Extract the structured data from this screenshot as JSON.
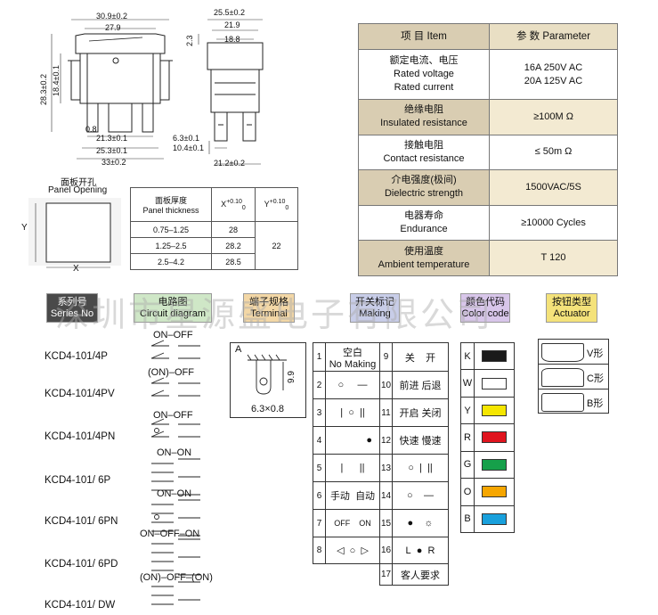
{
  "drawing": {
    "front_dims": {
      "w_total": "30.9±0.2",
      "w_top": "27.9",
      "h_total": "28.3±0.2",
      "h_body": "18.4±0.1",
      "d_a": "0.8",
      "d_b": "21.3±0.1",
      "d_c": "25.3±0.1",
      "d_d": "33±0.2"
    },
    "side_dims": {
      "w_total": "25.5±0.2",
      "w_a": "21.9",
      "w_b": "18.8",
      "h_a": "2.3",
      "pin_a": "6.3±0.1",
      "pin_b": "10.4±0.1",
      "w_bottom": "21.2±0.2"
    }
  },
  "panel_opening": {
    "title_cn": "面板开孔",
    "title_en": "Panel Opening",
    "x_label": "X",
    "y_label": "Y"
  },
  "thickness_table": {
    "head_cn": "面板厚度",
    "head_en": "Panel thickness",
    "x_head": "X",
    "x_tol": "+0.10",
    "x_tol2": "0",
    "y_head": "Y",
    "y_tol": "+0.10",
    "y_tol2": "0",
    "rows": [
      {
        "range": "0.75–1.25",
        "x": "28"
      },
      {
        "range": "1.25–2.5",
        "x": "28.2"
      },
      {
        "range": "2.5–4.2",
        "x": "28.5"
      }
    ],
    "y_value": "22"
  },
  "parameters": {
    "head_item": "项 目  Item",
    "head_param": "参 数  Parameter",
    "rows": [
      {
        "cn": "额定电流、电压",
        "en1": "Rated voltage",
        "en2": "Rated current",
        "v1": "16A  250V AC",
        "v2": "20A 125V AC"
      },
      {
        "cn": "绝缘电阻",
        "en1": "Insulated resistance",
        "v1": "≥100M Ω"
      },
      {
        "cn": "接触电阻",
        "en1": "Contact resistance",
        "v1": "≤ 50m Ω"
      },
      {
        "cn": "介电强度(极间)",
        "en1": "Dielectric strength",
        "v1": "1500VAC/5S"
      },
      {
        "cn": "电器寿命",
        "en1": "Endurance",
        "v1": "≥10000 Cycles"
      },
      {
        "cn": "使用温度",
        "en1": "Ambient temperature",
        "v1": "T 120"
      }
    ]
  },
  "watermark": "深圳市星源盛电子有限公司",
  "tags": {
    "series": {
      "cn": "系列号",
      "en": "Series No",
      "color": "#4a4a4a"
    },
    "circuit": {
      "cn": "电路图",
      "en": "Circuit diagram",
      "color": "#cfe7c7"
    },
    "terminal": {
      "cn": "端子规格",
      "en": "Terminal",
      "color": "#f3d7a6"
    },
    "making": {
      "cn": "开关标记",
      "en": "Making",
      "color": "#c8cde8"
    },
    "color": {
      "cn": "颜色代码",
      "en": "Color code",
      "color": "#d8c6ea"
    },
    "actuator": {
      "cn": "按钮类型",
      "en": "Actuator",
      "color": "#f4e27a"
    }
  },
  "models": [
    {
      "name": "KCD4-101/4P",
      "label": "ON–OFF"
    },
    {
      "name": "KCD4-101/4PV",
      "label": "(ON)–OFF"
    },
    {
      "name": "KCD4-101/4PN",
      "label": "ON–OFF"
    },
    {
      "name": "KCD4-101/ 6P",
      "label": "ON–ON"
    },
    {
      "name": "KCD4-101/ 6PN",
      "label": "ON–ON"
    },
    {
      "name": "KCD4-101/ 6PD",
      "label": "ON–OFF–ON"
    },
    {
      "name": "KCD4-101/ DW",
      "label": "(ON)–OFF–(ON)"
    }
  ],
  "terminal": {
    "letter": "A",
    "h": "9.9",
    "size": "6.3×0.8"
  },
  "making": [
    {
      "n": "1",
      "cn": "空白",
      "en": "No Making",
      "n2": "9",
      "a": "关",
      "b": "开"
    },
    {
      "n": "2",
      "a1": "○",
      "b1": "—",
      "n2": "10",
      "a": "前进",
      "b": "后退"
    },
    {
      "n": "3",
      "a1": "|",
      "m1": "○",
      "b1": "||",
      "n2": "11",
      "a": "开启",
      "b": "关闭"
    },
    {
      "n": "4",
      "b1": "●",
      "n2": "12",
      "a": "快速",
      "b": "慢速"
    },
    {
      "n": "5",
      "a1": "|",
      "b1": "||",
      "n2": "13",
      "a": "○",
      "m": "|",
      "b": "||"
    },
    {
      "n": "6",
      "a1": "手动",
      "b1": "自动",
      "n2": "14",
      "a": "○",
      "b": "—"
    },
    {
      "n": "7",
      "a1": "OFF",
      "b1": "ON",
      "n2": "15",
      "a": "●",
      "b": "☼"
    },
    {
      "n": "8",
      "a1": "◁",
      "m1": "○",
      "b1": "▷",
      "n2": "16",
      "a": "L",
      "m": "●",
      "b": "R"
    },
    {
      "n2": "17",
      "a": "客人要求"
    }
  ],
  "colors": [
    {
      "code": "K",
      "hex": "#1a1a1a"
    },
    {
      "code": "W",
      "hex": "#ffffff"
    },
    {
      "code": "Y",
      "hex": "#f5e600"
    },
    {
      "code": "R",
      "hex": "#e0141e"
    },
    {
      "code": "G",
      "hex": "#16a04a"
    },
    {
      "code": "O",
      "hex": "#f6a600"
    },
    {
      "code": "B",
      "hex": "#19a0dc"
    }
  ],
  "actuators": [
    {
      "label": "V形"
    },
    {
      "label": "C形"
    },
    {
      "label": "B形"
    }
  ]
}
